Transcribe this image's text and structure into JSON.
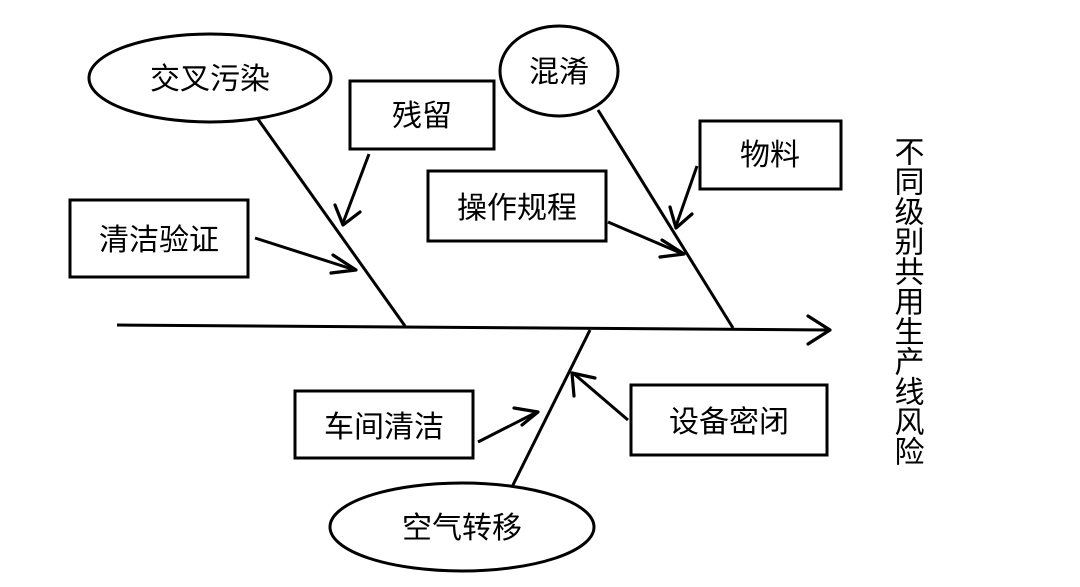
{
  "diagram": {
    "effect": "不同级别共用生产线风险",
    "categories": {
      "cross_contamination": "交叉污染",
      "mix_up": "混淆",
      "air_transfer": "空气转移"
    },
    "causes": {
      "residue": "残留",
      "cleaning_validation": "清洁验证",
      "material": "物料",
      "operating_procedure": "操作规程",
      "workshop_cleaning": "车间清洁",
      "equipment_sealing": "设备密闭"
    }
  }
}
